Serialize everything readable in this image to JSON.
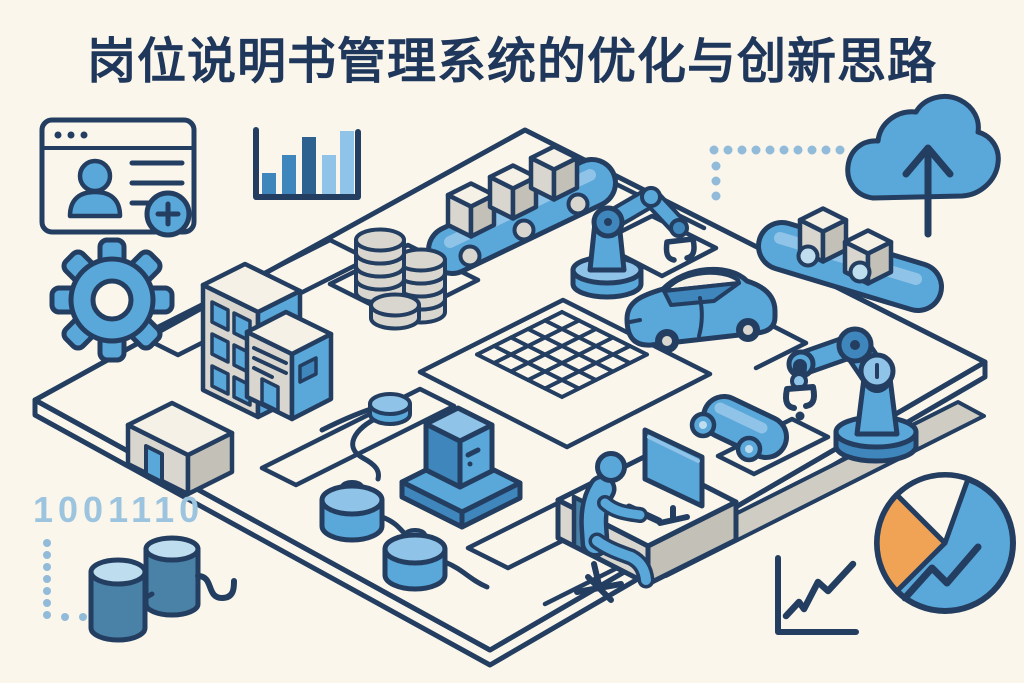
{
  "title": {
    "text": "岗位说明书管理系统的优化与创新思路"
  },
  "binary_code": {
    "text": "1001110"
  },
  "colors": {
    "navy": "#233E60",
    "title_navy": "#20375C",
    "blue": "#5AA7D9",
    "blue_dark": "#3E86BC",
    "blue_deep": "#2D6290",
    "blue_light": "#8FC3E8",
    "blue_pale": "#BEDDEF",
    "steel_blue": "#4A81A6",
    "gray": "#D9D6CF",
    "gray_dark": "#C3C0B8",
    "white_soft": "#F5F1E7",
    "cream": "#FAF6EC",
    "orange": "#F0A355",
    "dot_blue": "#92BAD9",
    "binary_blue": "#9CC4DE",
    "road_gray": "#CFCCC4"
  },
  "icons": {
    "profile-card-icon": "browser window with user profile, text lines and add button",
    "bar-chart-icon": "ascending bar chart in axis frame",
    "conveyor-belt-top-icon": "conveyor belt carrying three boxes",
    "dotted-path-top-icon": "dotted L-shaped path",
    "cloud-upload-icon": "cloud with upward arrow",
    "conveyor-belt-right-icon": "conveyor belt carrying two boxes",
    "gear-icon": "gear wheel",
    "buildings-icon": "isometric office buildings with windows",
    "coin-stacks-icon": "three stacks of coins",
    "robot-arm-left-icon": "robotic arm with gripper",
    "car-icon": "assembled car on production floor",
    "solar-grid-icon": "isometric 5x5 grid panel",
    "warehouse-icon": "small warehouse box with door",
    "server-icon": "server unit on pedestal",
    "circuit-nodes-icon": "cylindrical nodes linked by curved traces",
    "workstation-icon": "person working at desk with monitor and chair",
    "agv-cart-icon": "automated guided cart with rollers",
    "robot-arm-right-icon": "large robotic arm over track",
    "road-strip": "gray track strip across platform",
    "pie-chart-icon": "pie chart with blue, orange and blank slices and trend line",
    "line-chart-icon": "rising zigzag line chart",
    "dotted-path-bottom-icon": "dotted L-shaped path",
    "data-barrels-icon": "two data cylinders joined by a pipe",
    "platform": "isometric circuit-board platform with maze traces"
  }
}
